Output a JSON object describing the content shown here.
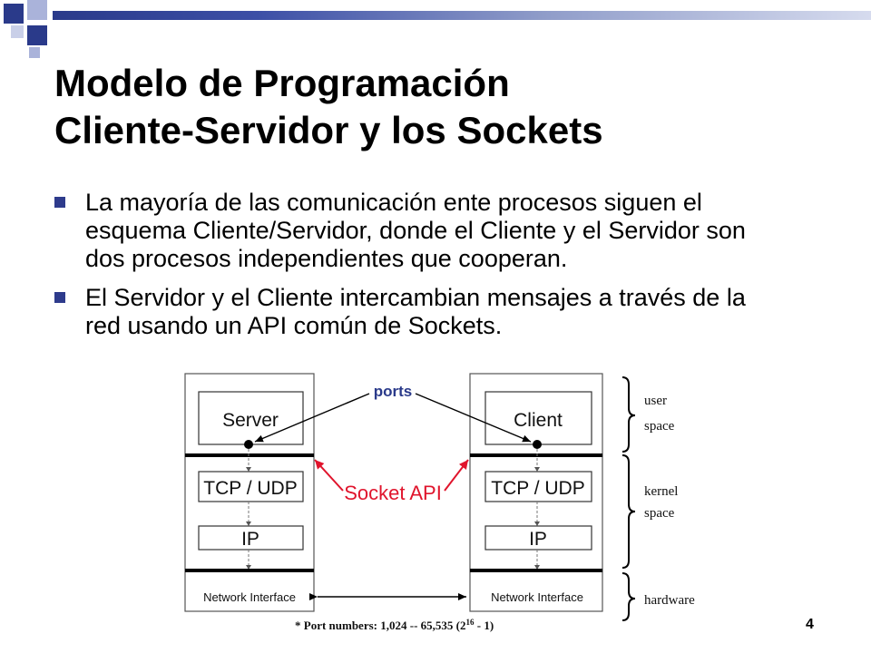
{
  "colors": {
    "accent_dark": "#2a3a8a",
    "accent_light": "#aab3da",
    "arrow_red": "#e0142c"
  },
  "slide": {
    "title_line1": "Modelo de Programación",
    "title_line2": "Cliente-Servidor y los Sockets",
    "bullets": [
      "La mayoría de las comunicación ente procesos siguen el esquema Cliente/Servidor, donde el Cliente y el Servidor son dos procesos independientes que cooperan.",
      "El Servidor y el Cliente intercambian mensajes a través de la red usando un API común de Sockets."
    ],
    "page_number": "4"
  },
  "diagram": {
    "server_label": "Server",
    "client_label": "Client",
    "tcp_udp_label": "TCP / UDP",
    "ip_label": "IP",
    "network_interface_label": "Network Interface",
    "ports_label": "ports",
    "socket_api_label": "Socket API",
    "user_space_label_1": "user",
    "user_space_label_2": "space",
    "kernel_space_label_1": "kernel",
    "kernel_space_label_2": "space",
    "hardware_label": "hardware",
    "port_numbers_prefix": "* Port numbers: 1,024 -- 65,535 (2",
    "port_numbers_exp": "16",
    "port_numbers_suffix": " - 1)"
  }
}
